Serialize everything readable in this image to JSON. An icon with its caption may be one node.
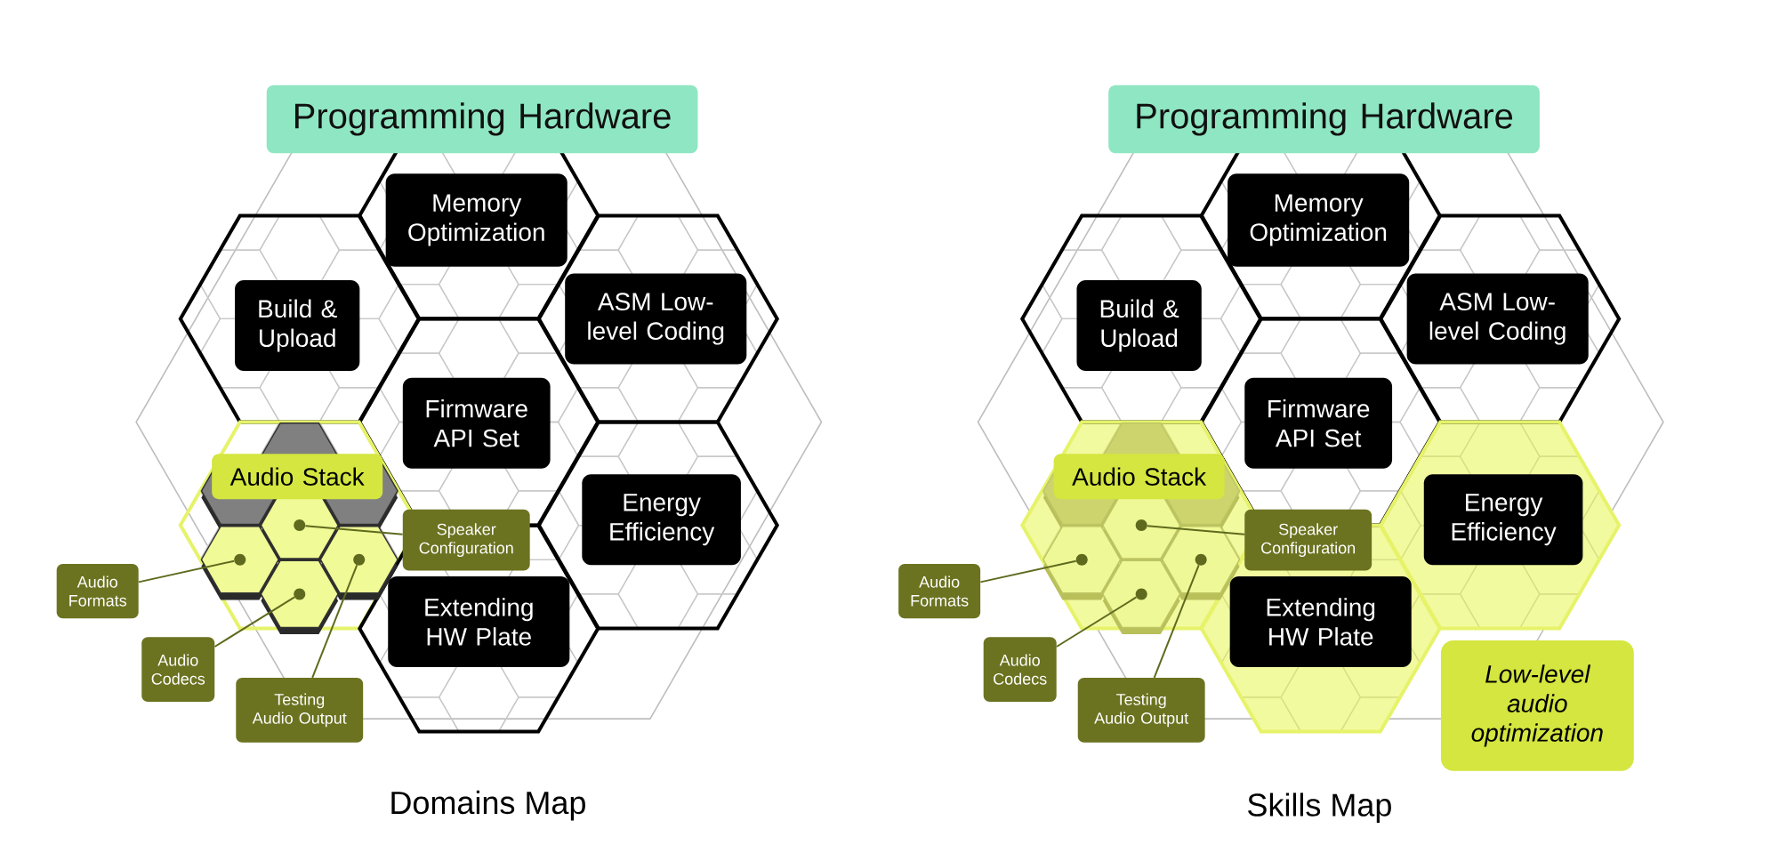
{
  "diagram": {
    "nodes": [
      {
        "text": [
          "Programming Hardware"
        ]
      },
      {
        "text": [
          "Memory Optimization"
        ]
      },
      {
        "text": [
          "Build & Upload"
        ]
      },
      {
        "text": [
          "ASM Low-level Coding"
        ]
      },
      {
        "text": [
          "Firmware API Set"
        ]
      },
      {
        "text": [
          "Audio Stack"
        ]
      },
      {
        "text": [
          "Energy Efficiency"
        ]
      },
      {
        "text": [
          "Speaker Configuration"
        ]
      },
      {
        "text": [
          "Audio Formats"
        ]
      },
      {
        "text": [
          "Extending HW Plate"
        ]
      },
      {
        "text": [
          "Audio Codecs"
        ]
      },
      {
        "text": [
          "Testing Audio Output"
        ]
      },
      {
        "text": [],
        "shape": "circle"
      },
      {
        "text": [],
        "shape": "circle"
      },
      {
        "text": [],
        "shape": "circle"
      },
      {
        "text": [],
        "shape": "circle"
      },
      {
        "text": [
          "Programming Hardware"
        ]
      },
      {
        "text": [
          "Memory Optimization"
        ]
      },
      {
        "text": [
          "Build & Upload"
        ]
      },
      {
        "text": [
          "ASM Low-level Coding"
        ]
      },
      {
        "text": [
          "Firmware API Set"
        ]
      },
      {
        "text": [
          "Audio Stack"
        ]
      },
      {
        "text": [
          "Energy Efficiency"
        ]
      },
      {
        "text": [
          "Speaker Configuration"
        ]
      },
      {
        "text": [
          "Audio Formats"
        ]
      },
      {
        "text": [
          "Extending HW Plate"
        ]
      },
      {
        "text": [
          "Audio Codecs"
        ]
      },
      {
        "text": [
          "Testing Audio Output"
        ]
      },
      {
        "text": [],
        "shape": "circle"
      },
      {
        "text": [],
        "shape": "circle"
      },
      {
        "text": [],
        "shape": "circle"
      },
      {
        "text": [],
        "shape": "circle"
      },
      {
        "text": [
          "Low-level audio optimization"
        ]
      }
    ],
    "edges": [
      {
        "from": 7,
        "to": 12,
        "arrow": "none"
      },
      {
        "from": 8,
        "to": 13,
        "arrow": "none"
      },
      {
        "from": 10,
        "to": 14,
        "arrow": "none"
      },
      {
        "from": 11,
        "to": 15,
        "arrow": "none"
      },
      {
        "from": 23,
        "to": 28,
        "arrow": "none"
      },
      {
        "from": 24,
        "to": 29,
        "arrow": "none"
      },
      {
        "from": 26,
        "to": 30,
        "arrow": "none"
      },
      {
        "from": 27,
        "to": 31,
        "arrow": "none"
      }
    ],
    "labels": [
      "Domains Map",
      "Skills Map"
    ]
  }
}
